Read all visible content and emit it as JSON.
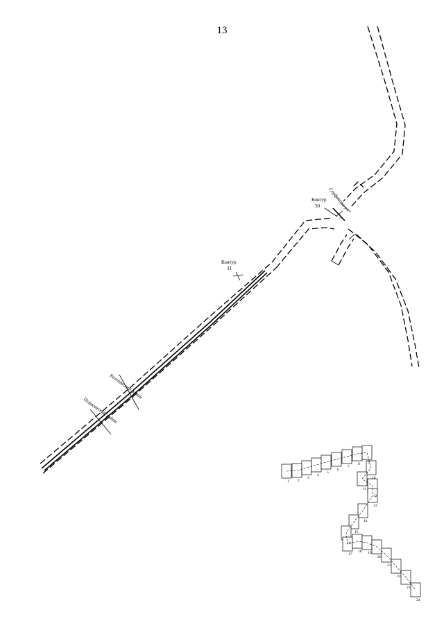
{
  "page": {
    "number": "13"
  },
  "map_labels": {
    "contour_30": [
      "Контур",
      "30"
    ],
    "contour_31": [
      "Контур",
      "31"
    ],
    "street": "Серфикова ул.",
    "district_top": "Колпинский район",
    "district_bottom": "Пушкинский район",
    "marker": "2"
  },
  "colors": {
    "ink": "#000000",
    "paper": "#ffffff"
  },
  "index_sheets": [
    "1",
    "2",
    "3",
    "4",
    "5",
    "6",
    "7",
    "8",
    "9",
    "10",
    "11",
    "12",
    "13",
    "14",
    "15",
    "16",
    "17",
    "18",
    "19",
    "20",
    "21",
    "22",
    "23",
    "24"
  ],
  "index_highlight": "13"
}
